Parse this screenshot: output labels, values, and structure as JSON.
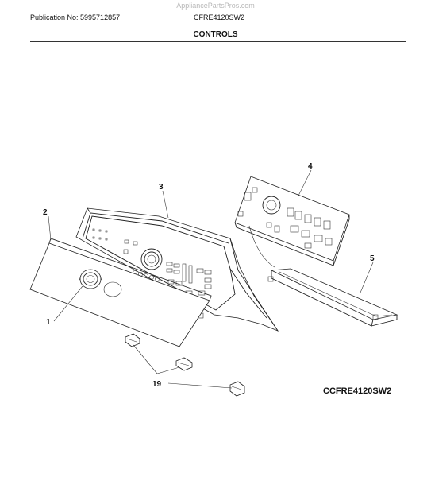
{
  "header": {
    "watermark": "AppliancePartsPros.com",
    "publication": "Publication No: 5995712857",
    "model": "CFRE4120SW2",
    "section_title": "CONTROLS"
  },
  "diagram": {
    "callouts": {
      "knob": "1",
      "panel_cover": "2",
      "console": "3",
      "control_board": "4",
      "tray": "5",
      "clips": "19"
    },
    "code": "CCFRE4120SW2"
  }
}
